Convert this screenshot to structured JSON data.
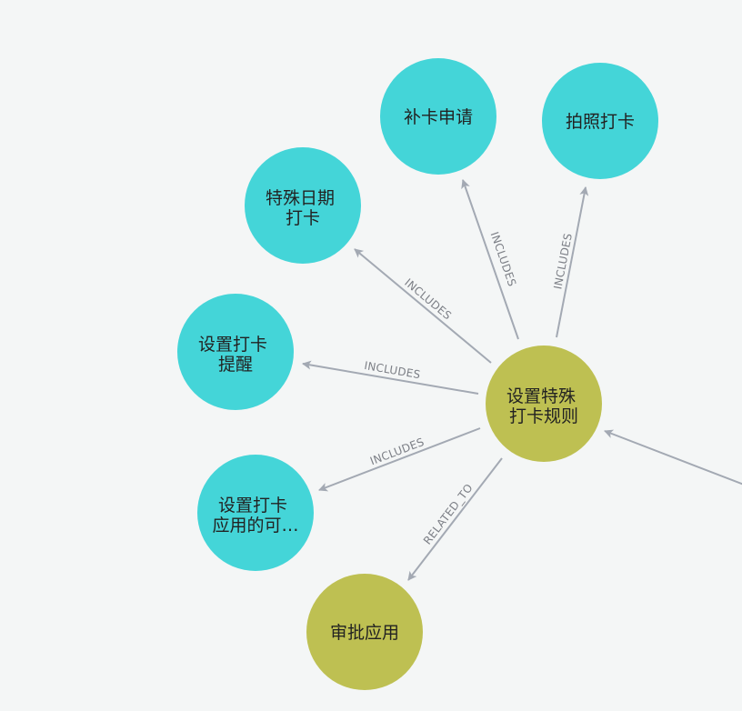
{
  "colors": {
    "background": "#f4f6f6",
    "feature_node": "#44d5d8",
    "rule_node": "#bec052",
    "edge": "#a3a9b3",
    "edge_label": "#7c7f86",
    "node_text": "#222222"
  },
  "nodes": {
    "center": {
      "lines": [
        "设置特殊",
        "打卡规则"
      ],
      "kind": "rule"
    },
    "buka": {
      "lines": [
        "补卡申请"
      ],
      "kind": "feature"
    },
    "paizhao": {
      "lines": [
        "拍照打卡"
      ],
      "kind": "feature"
    },
    "teshu": {
      "lines": [
        "特殊日期",
        "打卡"
      ],
      "kind": "feature"
    },
    "tixing": {
      "lines": [
        "设置打卡",
        "提醒"
      ],
      "kind": "feature"
    },
    "yingyong": {
      "lines": [
        "设置打卡",
        "应用的可…"
      ],
      "kind": "feature"
    },
    "shenpi": {
      "lines": [
        "审批应用"
      ],
      "kind": "rule"
    }
  },
  "edges": {
    "to_buka": {
      "from": "center",
      "to": "buka",
      "label": "INCLUDES"
    },
    "to_paizhao": {
      "from": "center",
      "to": "paizhao",
      "label": "INCLUDES"
    },
    "to_teshu": {
      "from": "center",
      "to": "teshu",
      "label": "INCLUDES"
    },
    "to_tixing": {
      "from": "center",
      "to": "tixing",
      "label": "INCLUDES"
    },
    "to_yingyong": {
      "from": "center",
      "to": "yingyong",
      "label": "INCLUDES"
    },
    "to_shenpi": {
      "from": "center",
      "to": "shenpi",
      "label": "RELATED_TO"
    },
    "incoming": {
      "from": "offscreen",
      "to": "center",
      "label": ""
    }
  }
}
